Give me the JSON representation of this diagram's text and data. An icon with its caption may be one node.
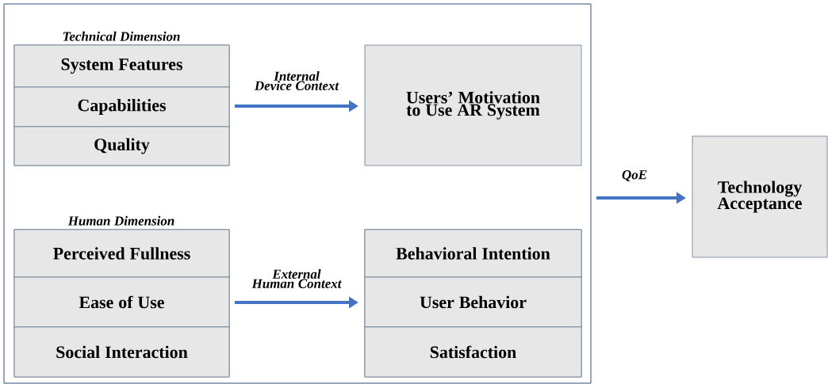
{
  "diagram": {
    "nodes": [
      {
        "text": [],
        "shape": "box"
      },
      {
        "text": [
          "Technical Dimension"
        ],
        "in": 0
      },
      {
        "text": [
          "System Features"
        ],
        "in": 1
      },
      {
        "text": [
          "Capabilities"
        ],
        "in": 1
      },
      {
        "text": [
          "Quality"
        ],
        "in": 1
      },
      {
        "text": [
          "Users’ Motivation to Use AR System"
        ],
        "in": 0
      },
      {
        "text": [
          "Human Dimension"
        ],
        "in": 0
      },
      {
        "text": [
          "Perceived Fullness"
        ],
        "in": 6
      },
      {
        "text": [
          "Ease of Use"
        ],
        "in": 6
      },
      {
        "text": [
          "Social Interaction"
        ],
        "in": 6
      },
      {
        "text": [],
        "shape": "box",
        "in": 0
      },
      {
        "text": [
          "Behavioral Intention"
        ],
        "in": 10
      },
      {
        "text": [
          "User Behavior"
        ],
        "in": 10
      },
      {
        "text": [
          "Satisfaction"
        ],
        "in": 10
      },
      {
        "text": [
          "Technology Acceptance"
        ]
      }
    ],
    "edges": [
      {
        "from": 1,
        "to": 5,
        "arrow": "to",
        "label": "Internal Device Context"
      },
      {
        "from": 6,
        "to": 10,
        "arrow": "to",
        "label": "External Human Context"
      },
      {
        "from": 0,
        "to": 14,
        "arrow": "to",
        "label": "QoE"
      }
    ]
  }
}
